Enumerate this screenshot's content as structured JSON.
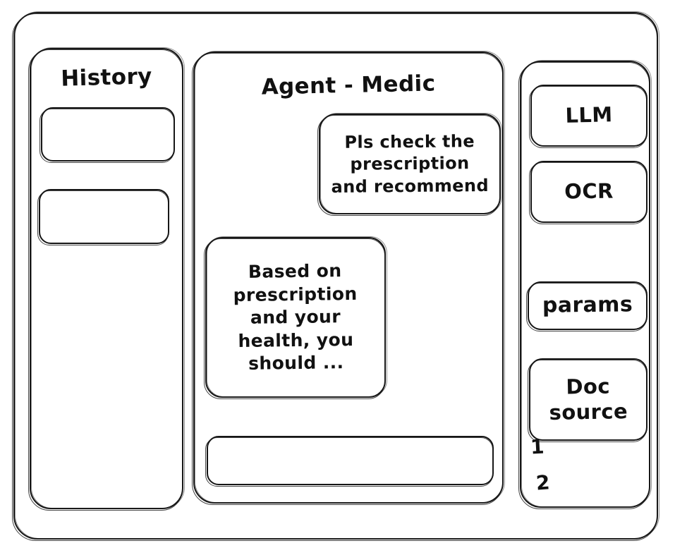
{
  "window": {
    "frame_name": "app-window"
  },
  "sidebar_left": {
    "title": "History",
    "items": [
      {
        "label": ""
      },
      {
        "label": ""
      }
    ]
  },
  "main": {
    "title": "Agent - Medic",
    "messages": [
      {
        "role": "user",
        "lines": [
          "Pls check the",
          "prescription",
          "and recommend"
        ]
      },
      {
        "role": "agent",
        "lines": [
          "Based on",
          "prescription",
          "and your",
          "health, you",
          "should ..."
        ]
      }
    ],
    "composer": {
      "value": "",
      "placeholder": ""
    }
  },
  "sidebar_right": {
    "tools": [
      {
        "name": "llm",
        "label": "LLM"
      },
      {
        "name": "ocr",
        "label": "OCR"
      },
      {
        "name": "params",
        "label": "params"
      }
    ],
    "doc_source": {
      "line1": "Doc",
      "line2": "source",
      "indices": [
        "1",
        "2"
      ]
    }
  },
  "colors": {
    "ink": "#151515",
    "paper": "#ffffff"
  }
}
